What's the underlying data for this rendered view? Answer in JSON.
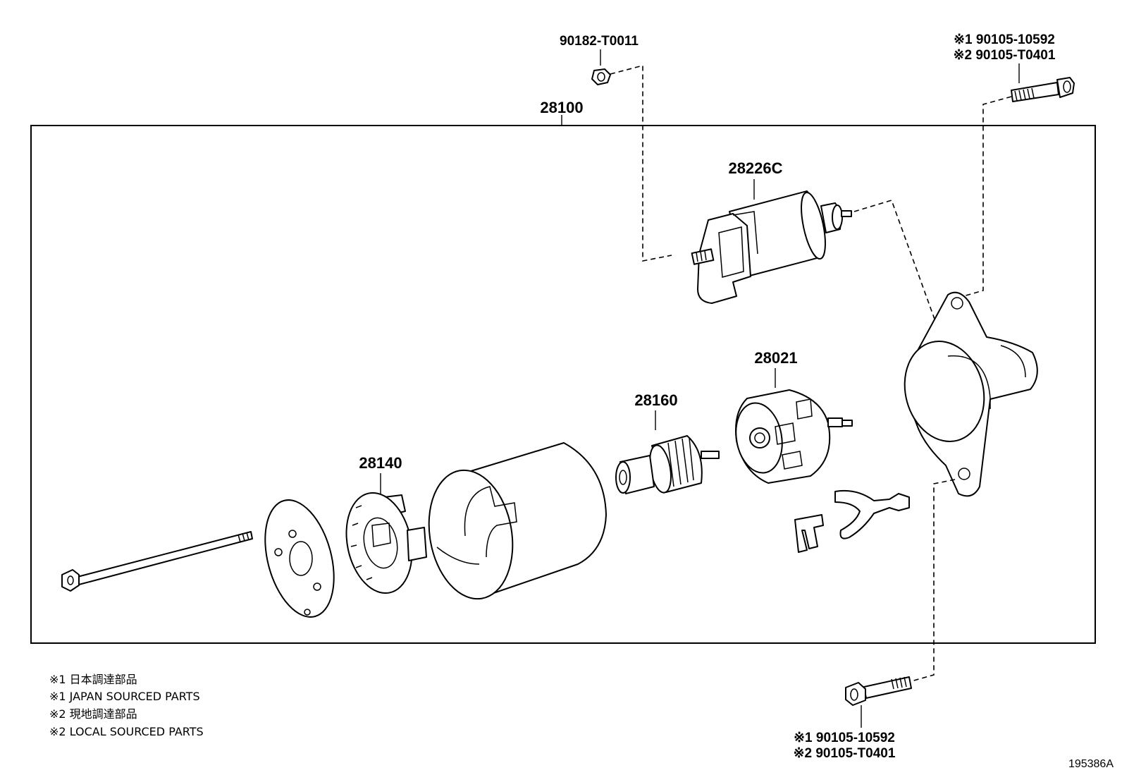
{
  "assembly": {
    "part_number": "28100"
  },
  "parts": {
    "magnetic_switch": "28226C",
    "commutator_end_frame": "28021",
    "armature": "28160",
    "brush_holder": "28140"
  },
  "fasteners": {
    "top_nut": "90182-T0011",
    "top_right_bolt": {
      "line1": "※1 90105-10592",
      "line2": "※2 90105-T0401"
    },
    "bottom_bolt": {
      "line1": "※1 90105-10592",
      "line2": "※2 90105-T0401"
    }
  },
  "notes": [
    "※1 日本調達部品",
    "※1 JAPAN SOURCED PARTS",
    "※2 現地調達部品",
    "※2 LOCAL SOURCED PARTS"
  ],
  "diagram_id": "195386A"
}
